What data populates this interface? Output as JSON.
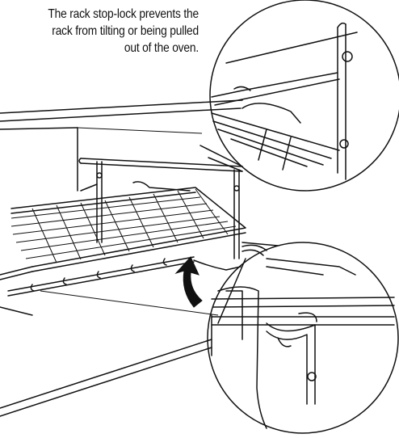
{
  "caption": {
    "line1": "The rack stop-lock prevents the",
    "line2": "rack from tilting or being pulled",
    "line3": "out of the oven."
  },
  "colors": {
    "ink": "#111111",
    "background": "#ffffff"
  },
  "icons": {
    "arrow": "curved-up-arrow-icon"
  }
}
